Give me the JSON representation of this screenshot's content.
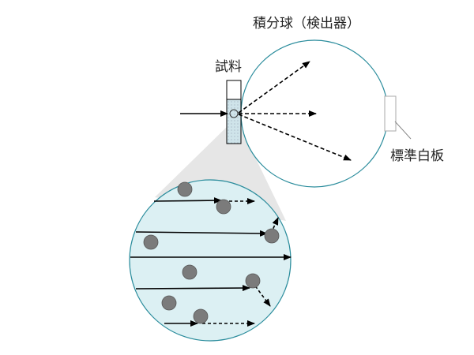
{
  "labels": {
    "integrating_sphere": "積分球（検出器）",
    "sample": "試料",
    "standard_white_plate": "標準白板"
  },
  "colors": {
    "background": "#ffffff",
    "line": "#000000",
    "sphere_stroke": "#2a8c9c",
    "magnified_fill": "#dcf0f3",
    "particle_fill": "#7b7b7b",
    "cone_fill": "#e6e6e6",
    "sample_fill": "#cfe4ea",
    "plate_stroke": "#aaaaaa"
  }
}
